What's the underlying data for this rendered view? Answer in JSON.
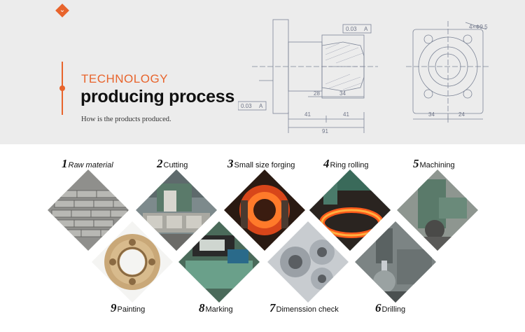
{
  "banner": {
    "heading_accent": "TECHNOLOGY",
    "heading_main": "producing process",
    "subtitle": "How is the products produced.",
    "accent_color": "#e8642c",
    "drawing_dims": {
      "tol1": "0.03",
      "ref1": "A",
      "tol2": "0.03",
      "ref2": "A",
      "d1": "41",
      "d2": "41",
      "d3": "91",
      "d4": "28",
      "d5": "34",
      "d6": "34",
      "d7": "24",
      "holes": "4×Φ9.5"
    }
  },
  "steps": [
    {
      "num": "1",
      "label": "Raw material"
    },
    {
      "num": "2",
      "label": "Cutting"
    },
    {
      "num": "3",
      "label": "Small size forging"
    },
    {
      "num": "4",
      "label": "Ring rolling"
    },
    {
      "num": "5",
      "label": "Machining"
    },
    {
      "num": "6",
      "label": "Drilling"
    },
    {
      "num": "7",
      "label": "Dimenssion check"
    },
    {
      "num": "8",
      "label": "Marking"
    },
    {
      "num": "9",
      "label": "Painting"
    }
  ]
}
